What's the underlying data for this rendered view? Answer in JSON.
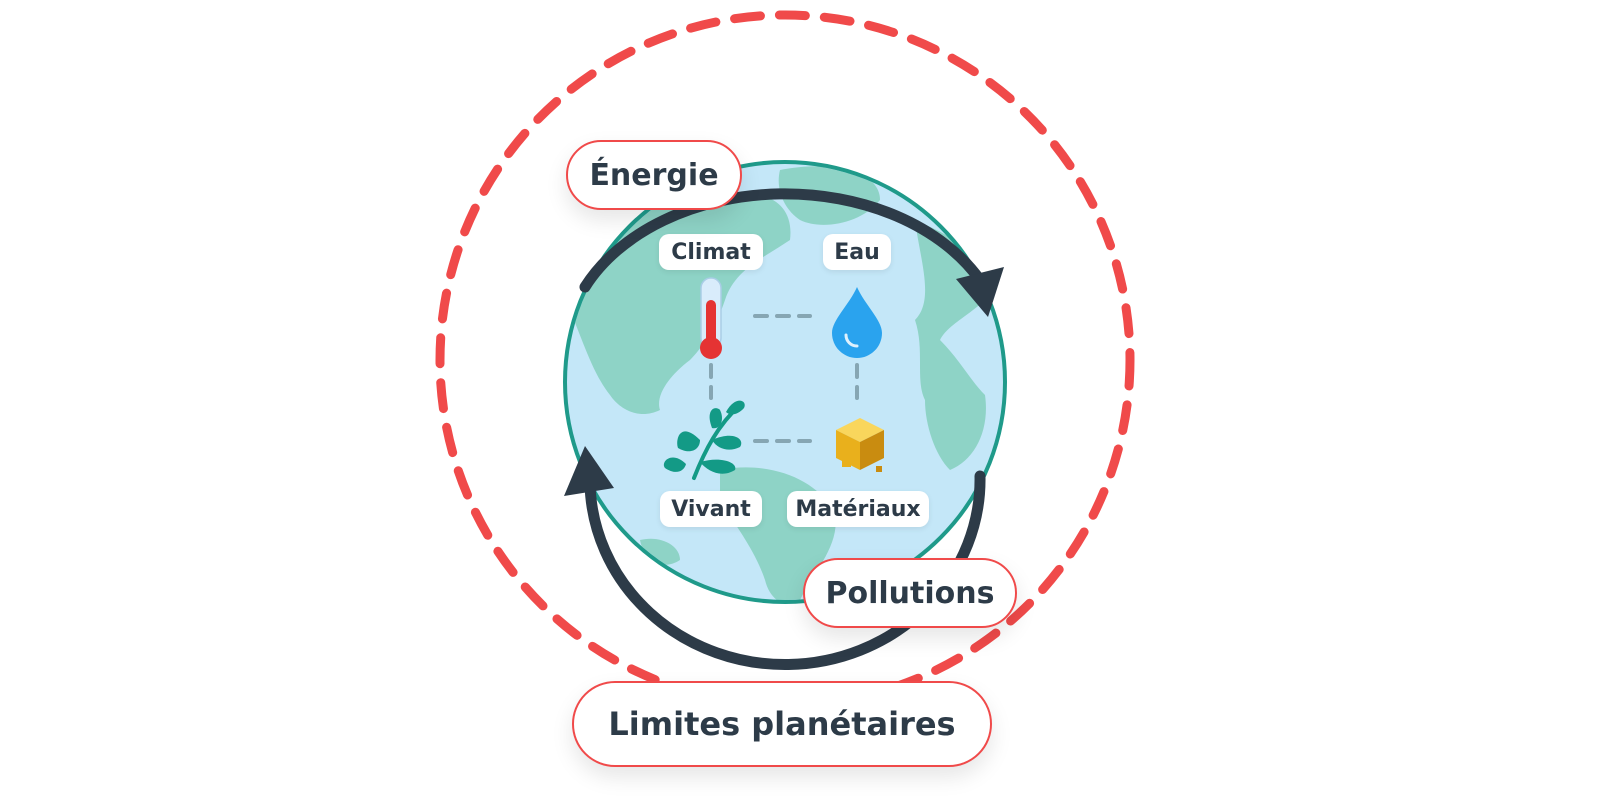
{
  "diagram": {
    "outer_label": "Limites planétaires",
    "cycle_labels": {
      "energy": "Énergie",
      "pollution": "Pollutions"
    },
    "resources": {
      "climate": "Climat",
      "water": "Eau",
      "living": "Vivant",
      "materials": "Matériaux"
    },
    "icons": {
      "climate": "thermometer-icon",
      "water": "water-drop-icon",
      "living": "plant-branch-icon",
      "materials": "material-cube-icon"
    },
    "colors": {
      "boundary": "#f04a4a",
      "cycle_arrows": "#2d3b48",
      "ocean": "#c4e7f8",
      "land": "#8ed3c6",
      "globe_rim": "#1f9a8a",
      "thermometer": "#e53333",
      "water_drop": "#2aa3ee",
      "plant": "#139a86",
      "cube": "#e9b01c"
    }
  }
}
